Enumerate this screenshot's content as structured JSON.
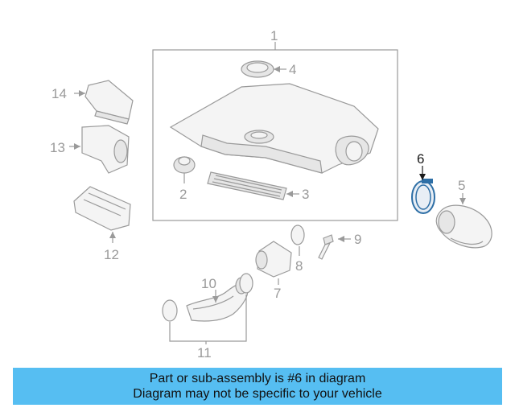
{
  "caption": {
    "line1": "Part or sub-assembly is #6 in diagram",
    "line2": "Diagram may not be specific to your vehicle"
  },
  "callouts": {
    "c1": "1",
    "c2": "2",
    "c3": "3",
    "c4": "4",
    "c5": "5",
    "c6": "6",
    "c7": "7",
    "c8": "8",
    "c9": "9",
    "c10": "10",
    "c11": "11",
    "c12": "12",
    "c13": "13",
    "c14": "14"
  },
  "colors": {
    "highlight_bar": "#56bef2",
    "highlight_part": "#2e6fa6",
    "line_art": "#9a9a9a"
  }
}
